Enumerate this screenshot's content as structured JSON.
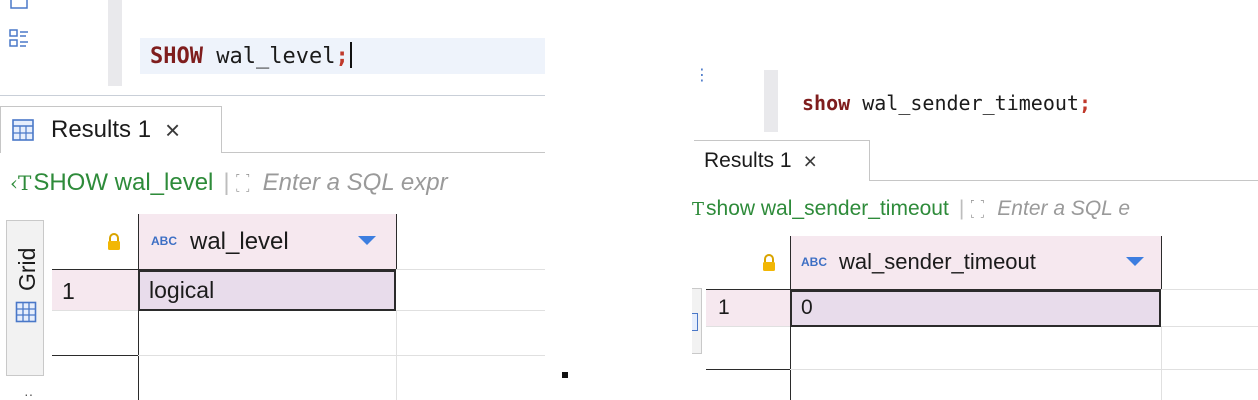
{
  "left": {
    "code_query": "wal_level",
    "code_keyword": "SHOW",
    "code_semicolon": ";",
    "tab_label": "Results 1",
    "tab_close": "×",
    "query_text": "SHOW wal_level",
    "query_hint": "Enter a SQL expr",
    "side_tab_label": "Grid",
    "column_header": "wal_level",
    "column_type_badge": "ABC",
    "rows": [
      {
        "num": "1",
        "value": "logical"
      }
    ]
  },
  "right": {
    "code_query": "wal_sender_timeout",
    "code_keyword": "show",
    "code_semicolon": ";",
    "tab_label": "Results 1",
    "tab_close": "×",
    "query_text": "show wal_sender_timeout",
    "query_hint": "Enter a SQL e",
    "column_header": "wal_sender_timeout",
    "column_type_badge": "ABC",
    "rows": [
      {
        "num": "1",
        "value": "0"
      }
    ]
  },
  "colors": {
    "keyword": "#7f1d1d",
    "query_green": "#2e8b3a",
    "header_bg": "#f6e8ef",
    "cell_selected": "#e8dceb",
    "type_badge": "#3d6fc4"
  }
}
